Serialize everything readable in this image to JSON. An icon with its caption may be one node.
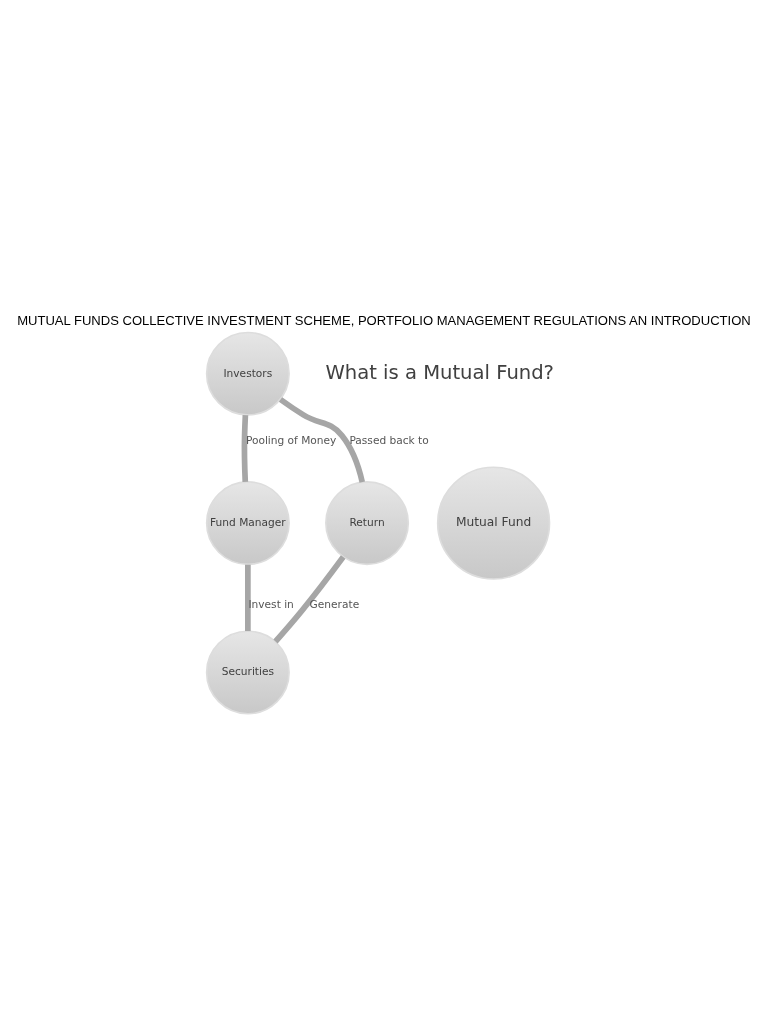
{
  "diagram": {
    "title": "MUTUAL FUNDS COLLECTIVE INVESTMENT SCHEME, PORTFOLIO MANAGEMENT REGULATIONS AN INTRODUCTION",
    "nodes": [
      {
        "text": [
          "Investors"
        ]
      },
      {
        "text": [
          "Return"
        ]
      },
      {
        "text": [
          "Mutual Fund"
        ]
      },
      {
        "text": [
          "Fund Manager"
        ]
      },
      {
        "text": [
          "Securities"
        ]
      }
    ],
    "edges": [
      {
        "from": 0,
        "to": 3,
        "arrow": "none",
        "label": "Pooling of Money"
      },
      {
        "from": 3,
        "to": 4,
        "arrow": "none",
        "label": "Invest in"
      },
      {
        "from": 4,
        "to": 1,
        "arrow": "none",
        "label": "Generate"
      },
      {
        "from": 1,
        "to": 0,
        "arrow": "none",
        "label": "Passed back to"
      }
    ],
    "labels": [
      "What is a Mutual Fund?"
    ]
  }
}
